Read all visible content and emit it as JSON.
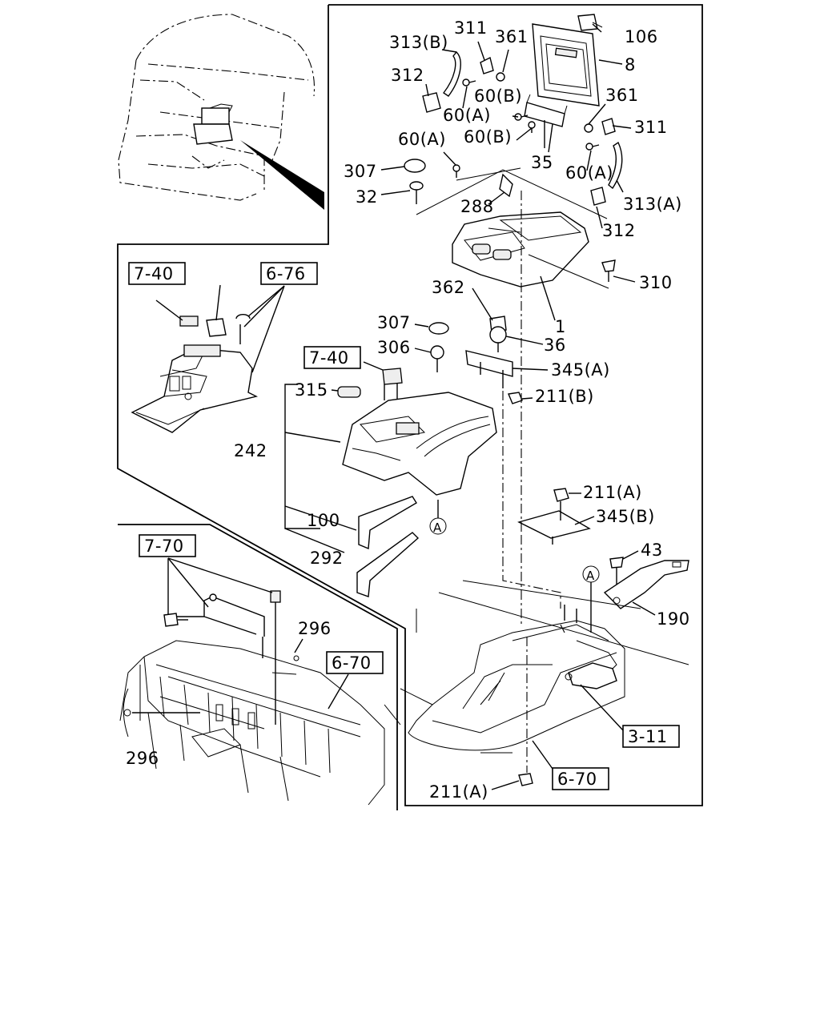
{
  "labels": {
    "l106": "106",
    "l8": "8",
    "l311a": "311",
    "l361a": "361",
    "l313b": "313(B)",
    "l312a": "312",
    "l60a_1": "60(A)",
    "l60b_1": "60(B)",
    "l361b": "361",
    "l311b": "311",
    "l60a_2": "60(A)",
    "l60b_2": "60(B)",
    "l35": "35",
    "l60a_3": "60(A)",
    "l307a": "307",
    "l32": "32",
    "l288": "288",
    "l313a": "313(A)",
    "l312b": "312",
    "l310": "310",
    "l1": "1",
    "l362": "362",
    "l307b": "307",
    "l36": "36",
    "l306": "306",
    "l345a": "345(A)",
    "l211b": "211(B)",
    "l315": "315",
    "l242": "242",
    "l211a_1": "211(A)",
    "l345b": "345(B)",
    "l100": "100",
    "l292": "292",
    "l43": "43",
    "l190": "190",
    "l296a": "296",
    "l296b": "296",
    "l211a_2": "211(A)",
    "callout_a1": "A",
    "callout_a2": "A"
  },
  "refs": {
    "r740a": "7-40",
    "r676": "6-76",
    "r740b": "7-40",
    "r770": "7-70",
    "r670a": "6-70",
    "r311": "3-11",
    "r670b": "6-70"
  }
}
